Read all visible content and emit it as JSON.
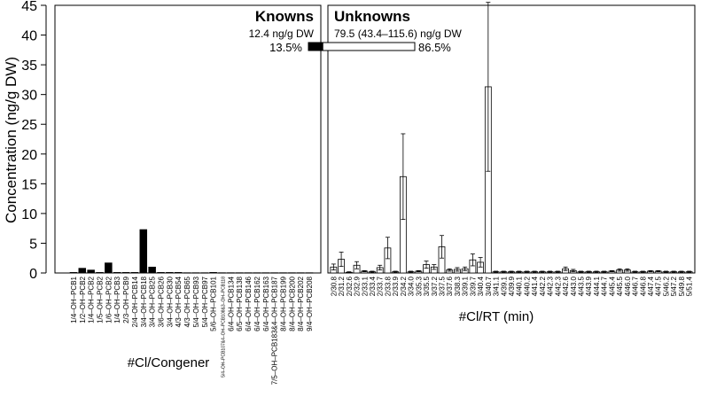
{
  "chart_data": {
    "type": "bar",
    "ylabel": "Concentration (ng/g DW)",
    "ylim": [
      0,
      45
    ],
    "yticks": [
      0,
      5,
      10,
      15,
      20,
      25,
      30,
      35,
      40,
      45
    ],
    "grid": false,
    "knowns": {
      "title": "Knowns",
      "total_label": "12.4 ng/g DW",
      "percent_label": "13.5%",
      "xlabel": "#Cl/Congener",
      "fill_color": "#000000",
      "categories": [
        "1/4–OH–PCB1",
        "1/2–OH–PCB2",
        "1/4–OH–PCB2",
        "1/5–OH–PCB2",
        "1/6–OH–PCB2",
        "1/4–OH–PCB3",
        "2/3–OH–PCB9",
        "2/4–OH–PCB14",
        "3/4–OH–PCB18",
        "3/4–OH–PCB25",
        "3/6–OH–PCB26",
        "3/4–OH–PCB30",
        "4/3–OH–PCB54",
        "4/3–OH–PCB65",
        "5/4–OH–PCB93",
        "5/4–OH–PCB97",
        "5/6–OH–PCB101",
        "5/4–OH–PCB107&4–OH–PCB108&3–OH–PCB118",
        "6/4–OH–PCB134",
        "6/5–OH–PCB138",
        "6/4–OH–PCB146",
        "6/4–OH–PCB162",
        "6/4–OH–PCB163",
        "7/5–OH–PCB183&4–OH–PCB187",
        "8/4–OH–PCB199",
        "8/4–OH–PCB200",
        "8/4–OH–PCB202",
        "9/4–OH–PCB208"
      ],
      "values": [
        0.1,
        0.8,
        0.5,
        0.1,
        1.7,
        0.1,
        0.1,
        0.1,
        7.3,
        1.0,
        0.1,
        0.1,
        0.1,
        0.05,
        0.05,
        0.05,
        0.1,
        0.05,
        0.05,
        0.05,
        0.05,
        0.05,
        0.05,
        0.05,
        0.05,
        0.05,
        0.05,
        0.05
      ]
    },
    "unknowns": {
      "title": "Unknowns",
      "total_label": "79.5 (43.4–115.6) ng/g DW",
      "percent_label": "86.5%",
      "xlabel": "#Cl/RT (min)",
      "fill_color": "#ffffff",
      "categories": [
        "2/30.8",
        "2/31.2",
        "2/32.6",
        "2/32.9",
        "2/33.1",
        "2/33.4",
        "2/33.7",
        "2/33.8",
        "2/33.9",
        "2/34.2",
        "3/34.0",
        "3/35.3",
        "3/35.5",
        "3/37.2",
        "3/37.5",
        "3/37.6",
        "3/38.3",
        "3/39.1",
        "3/39.7",
        "3/40.4",
        "3/40.7",
        "3/41.1",
        "4/39.1",
        "4/39.9",
        "4/40.1",
        "4/40.2",
        "4/41.4",
        "4/42.2",
        "4/42.3",
        "4/42.3",
        "4/42.6",
        "4/43.0",
        "4/43.5",
        "4/43.9",
        "4/44.1",
        "4/44.7",
        "4/45.4",
        "4/45.5",
        "4/46.0",
        "4/46.7",
        "4/46.8",
        "4/47.4",
        "4/47.5",
        "5/46.2",
        "5/47.2",
        "5/49.8",
        "5/51.4"
      ],
      "values": [
        1.0,
        2.3,
        0.1,
        1.3,
        0.3,
        0.2,
        0.9,
        4.2,
        0.2,
        16.2,
        0.2,
        0.3,
        1.4,
        1.0,
        4.4,
        0.5,
        0.6,
        0.7,
        2.2,
        1.8,
        31.3,
        0.2,
        0.2,
        0.2,
        0.2,
        0.2,
        0.2,
        0.2,
        0.2,
        0.2,
        0.7,
        0.4,
        0.2,
        0.2,
        0.2,
        0.2,
        0.3,
        0.5,
        0.5,
        0.2,
        0.2,
        0.3,
        0.3,
        0.2,
        0.2,
        0.2,
        0.2
      ],
      "errors": [
        0.5,
        1.2,
        0.1,
        0.6,
        0.1,
        0.1,
        0.4,
        1.8,
        0.1,
        7.2,
        0.1,
        0.1,
        0.6,
        0.4,
        1.9,
        0.2,
        0.3,
        0.3,
        1.0,
        0.8,
        14.2,
        0.1,
        0.1,
        0.1,
        0.1,
        0.1,
        0.1,
        0.1,
        0.1,
        0.1,
        0.3,
        0.2,
        0.1,
        0.1,
        0.1,
        0.1,
        0.1,
        0.2,
        0.2,
        0.1,
        0.1,
        0.1,
        0.1,
        0.1,
        0.1,
        0.1,
        0.1
      ]
    },
    "proportion_bar": {
      "knowns_fraction": 0.135,
      "unknowns_fraction": 0.865
    }
  }
}
